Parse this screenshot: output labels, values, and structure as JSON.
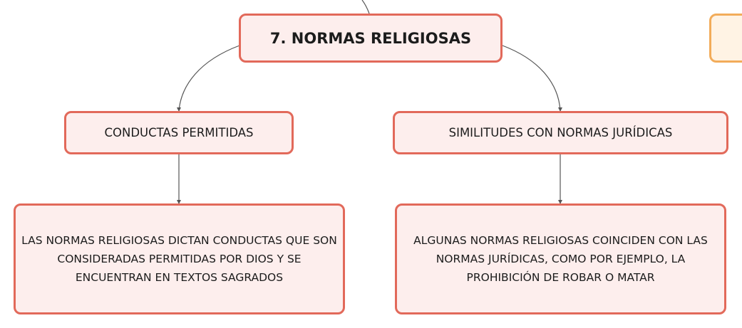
{
  "colors": {
    "node_fill": "#fdeeed",
    "node_border": "#e2695a",
    "partial_node_fill": "#fff3e4",
    "partial_node_border": "#f2ac5a",
    "connector": "#555555",
    "text": "#1c1c1c"
  },
  "root": {
    "label": "7. NORMAS RELIGIOSAS"
  },
  "branches": [
    {
      "heading": "CONDUCTAS PERMITIDAS",
      "body": "LAS NORMAS RELIGIOSAS DICTAN CONDUCTAS QUE SON CONSIDERADAS PERMITIDAS POR DIOS Y SE ENCUENTRAN EN TEXTOS SAGRADOS"
    },
    {
      "heading": "SIMILITUDES CON NORMAS JURÍDICAS",
      "body": "ALGUNAS NORMAS RELIGIOSAS COINCIDEN CON LAS NORMAS JURÍDICAS, COMO POR EJEMPLO, LA PROHIBICIÓN DE ROBAR O MATAR"
    }
  ]
}
